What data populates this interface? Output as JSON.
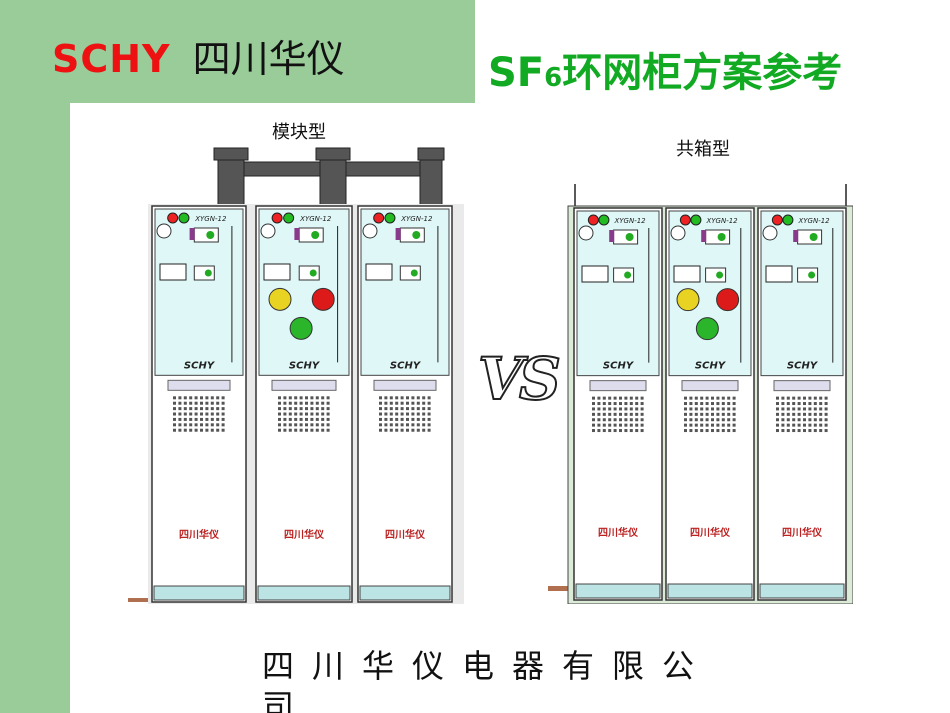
{
  "brand": {
    "latin": "SCHY",
    "chinese": "四川华仪"
  },
  "title": {
    "main": "SF",
    "sub": "6",
    "rest": "环网柜方案参考"
  },
  "captions": {
    "modular": "模块型",
    "common_box": "共箱型"
  },
  "vs_label": "VS",
  "footer": "四川华仪电器有限公司",
  "panel": {
    "nameplate": "SCHY",
    "lower_label": "四川华仪",
    "model": "XYGN-12"
  },
  "colors": {
    "brand_red": "#ee1111",
    "title_green": "#11aa22",
    "bg_green": "#99cc99",
    "panel_cyan": "#dff7f7"
  }
}
